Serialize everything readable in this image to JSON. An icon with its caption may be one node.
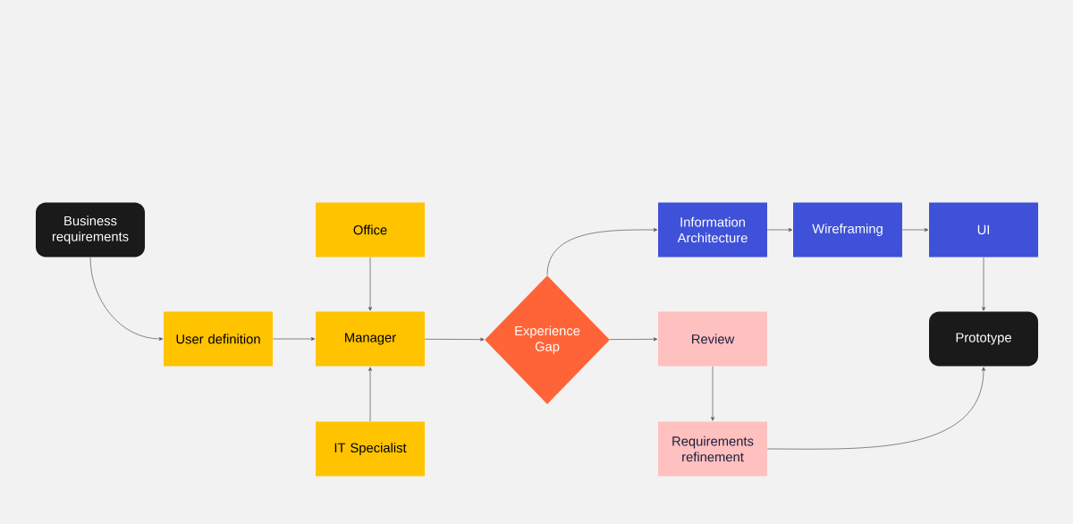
{
  "diagram": {
    "nodes": [
      {
        "text": [
          "Business requirements"
        ]
      },
      {
        "text": [
          "Office"
        ]
      },
      {
        "text": [
          "User definition"
        ]
      },
      {
        "text": [
          "Manager"
        ]
      },
      {
        "text": [
          "IT Specialist"
        ]
      },
      {
        "text": [
          "Experience Gap"
        ]
      },
      {
        "text": [
          "Information Architecture"
        ]
      },
      {
        "text": [
          "Wireframing"
        ]
      },
      {
        "text": [
          "UI"
        ]
      },
      {
        "text": [
          "Review"
        ]
      },
      {
        "text": [
          "Prototype"
        ]
      },
      {
        "text": [
          "Requirements refinement"
        ]
      }
    ],
    "edges": [
      {
        "from": 0,
        "to": 2,
        "arrow": "to"
      },
      {
        "from": 2,
        "to": 3,
        "arrow": "to"
      },
      {
        "from": 1,
        "to": 3,
        "arrow": "to"
      },
      {
        "from": 4,
        "to": 3,
        "arrow": "to"
      },
      {
        "from": 3,
        "to": 5,
        "arrow": "to"
      },
      {
        "from": 5,
        "to": 6,
        "arrow": "to"
      },
      {
        "from": 6,
        "to": 7,
        "arrow": "to"
      },
      {
        "from": 7,
        "to": 8,
        "arrow": "to"
      },
      {
        "from": 8,
        "to": 10,
        "arrow": "to"
      },
      {
        "from": 5,
        "to": 9,
        "arrow": "to"
      },
      {
        "from": 9,
        "to": 11,
        "arrow": "to"
      },
      {
        "from": 11,
        "to": 10,
        "arrow": "to"
      }
    ]
  }
}
